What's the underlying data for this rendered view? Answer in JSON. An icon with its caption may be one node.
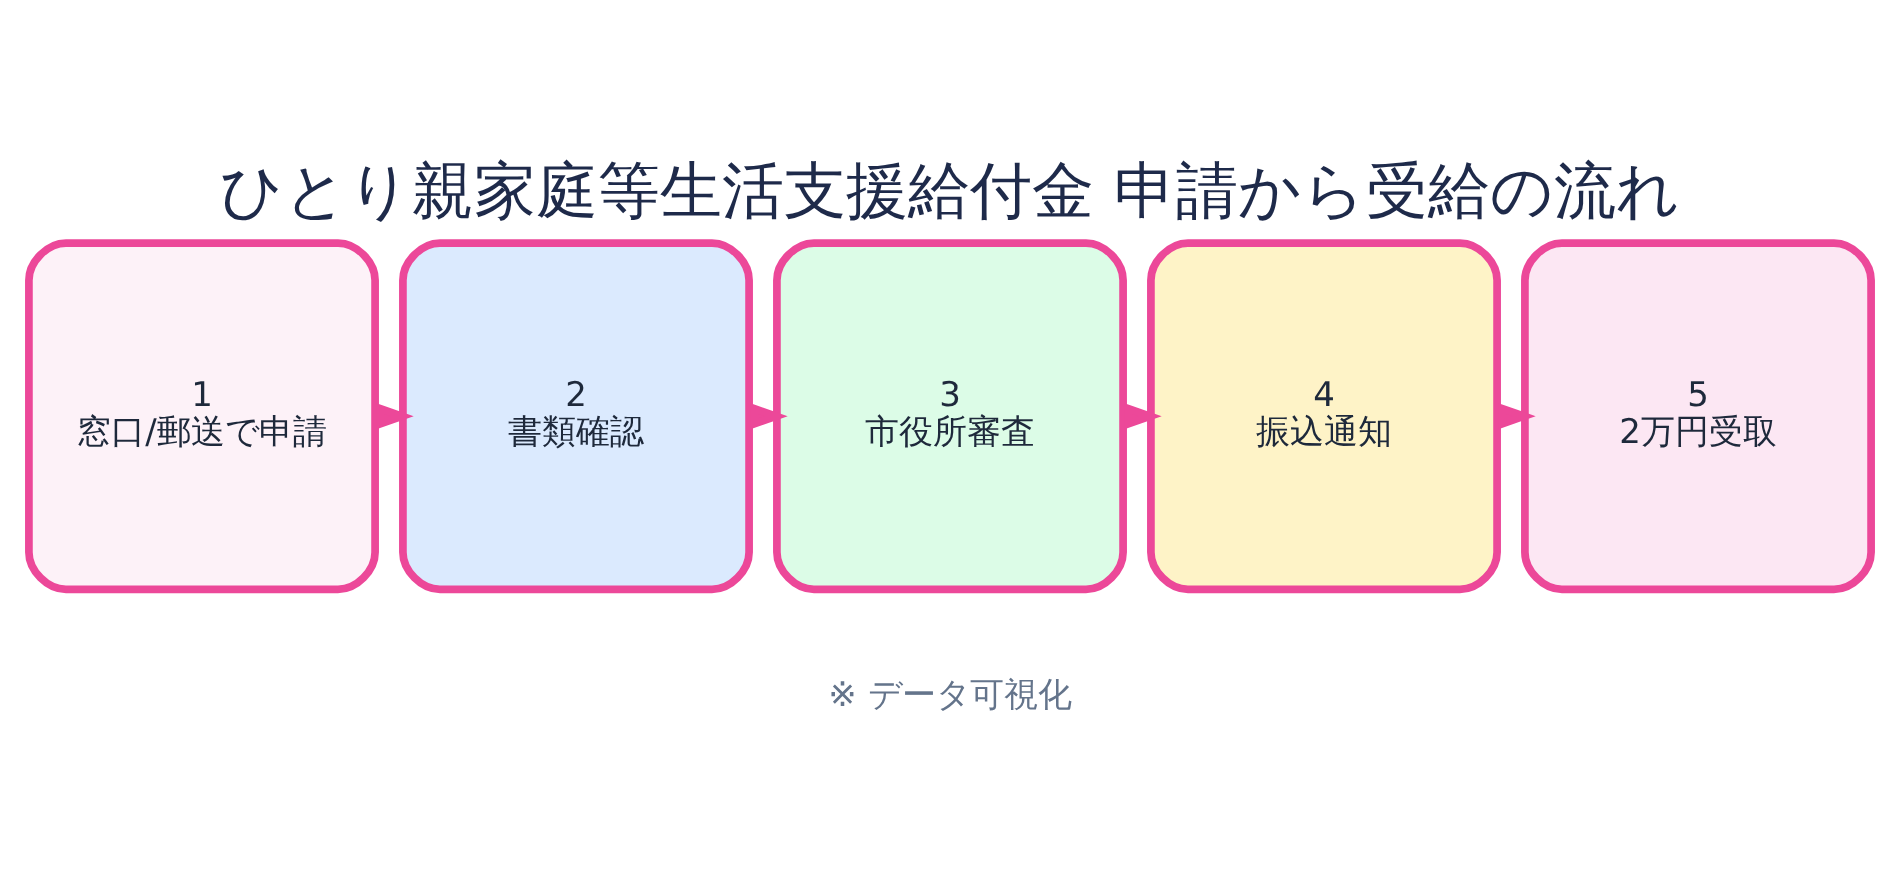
{
  "diagram": {
    "title": "ひとり親家庭等生活支援給付金 申請から受給の流れ",
    "caption": "※ データ可視化",
    "nodes": [
      {
        "text": [
          "1",
          "窓口/郵送で申請"
        ]
      },
      {
        "text": [
          "2",
          "書類確認"
        ]
      },
      {
        "text": [
          "3",
          "市役所審査"
        ]
      },
      {
        "text": [
          "4",
          "振込通知"
        ]
      },
      {
        "text": [
          "5",
          "2万円受取"
        ]
      }
    ],
    "edges": [
      {
        "from": 0,
        "to": 1,
        "arrow": "to"
      },
      {
        "from": 1,
        "to": 2,
        "arrow": "to"
      },
      {
        "from": 2,
        "to": 3,
        "arrow": "to"
      },
      {
        "from": 3,
        "to": 4,
        "arrow": "to"
      }
    ]
  }
}
